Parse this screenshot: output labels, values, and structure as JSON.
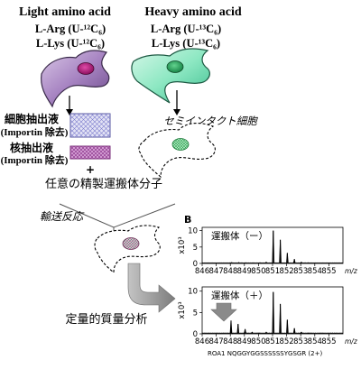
{
  "labels": {
    "light_title": "Light amino acid",
    "light_arg": "L-Arg (U-¹²C₆)",
    "light_lys": "L-Lys (U-¹²C₆)",
    "heavy_title": "Heavy amino acid",
    "heavy_arg": "L-Arg (U-¹³C₆)",
    "heavy_lys": "L-Lys (U-¹³C₆)",
    "semi_intact": "セミインタクト細胞",
    "cyto_extract": "細胞抽出液",
    "importin_removed_1": "(Importin 除去)",
    "nuclear_extract": "核抽出液",
    "importin_removed_2": "(Importin 除去)",
    "plus": "+",
    "carrier": "任意の精製運搬体分子",
    "transport": "輸送反応",
    "quant": "定量的質量分析",
    "panel_letter": "B"
  },
  "chart_data": [
    {
      "type": "line",
      "label": "運搬体（ー）",
      "xlabel": "m/z",
      "ylabel": "x10³",
      "xlim": [
        846,
        856
      ],
      "ylim": [
        0,
        11
      ],
      "xticks": [
        846,
        847,
        848,
        849,
        850,
        851,
        852,
        853,
        854,
        855
      ],
      "yticks": [
        0,
        5,
        10
      ],
      "peaks": [
        [
          848.1,
          0.3
        ],
        [
          848.6,
          0.3
        ],
        [
          849.1,
          0.2
        ],
        [
          849.6,
          0.15
        ],
        [
          850.1,
          0.2
        ],
        [
          850.55,
          0.4
        ],
        [
          851.05,
          10
        ],
        [
          851.55,
          7.2
        ],
        [
          852.05,
          3.2
        ],
        [
          852.55,
          1.3
        ],
        [
          853.05,
          0.4
        ],
        [
          853.55,
          0.2
        ]
      ]
    },
    {
      "type": "line",
      "label": "運搬体（＋）",
      "xlabel": "m/z",
      "ylabel": "x10³",
      "xlim": [
        846,
        856
      ],
      "ylim": [
        0,
        11
      ],
      "xticks": [
        846,
        847,
        848,
        849,
        850,
        851,
        852,
        853,
        854,
        855
      ],
      "yticks": [
        0,
        5,
        10
      ],
      "footer": "ROA1  NQGGYGGSSSSSSYGSGR (2+)",
      "peaks": [
        [
          848.05,
          3.1
        ],
        [
          848.55,
          2.3
        ],
        [
          849.05,
          1.1
        ],
        [
          849.55,
          0.4
        ],
        [
          850.05,
          0.2
        ],
        [
          850.55,
          0.4
        ],
        [
          851.05,
          9.8
        ],
        [
          851.55,
          7.0
        ],
        [
          852.05,
          3.3
        ],
        [
          852.55,
          1.3
        ],
        [
          853.05,
          0.4
        ],
        [
          853.55,
          0.2
        ]
      ]
    }
  ],
  "colors": {
    "light_cell": "#9b6fb3",
    "light_nucleus": "#b5177f",
    "heavy_cell": "#7ee0b8",
    "heavy_nucleus": "#23a45c",
    "cyto_fill": "#d8d8f0",
    "nuclear_fill": "#d7a3d8",
    "arrow_gray": "#8a8a8a"
  }
}
